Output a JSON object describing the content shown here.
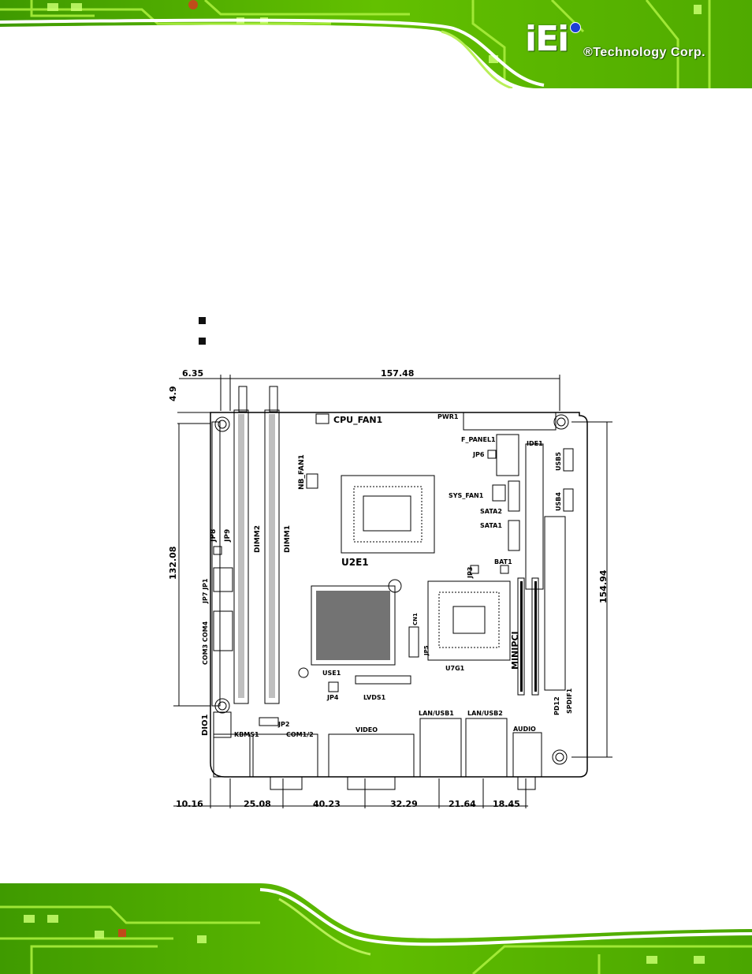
{
  "header": {
    "logo_mark": "iEi",
    "logo_text": "®Technology Corp."
  },
  "content": {
    "bullet_count": 2
  },
  "diagram": {
    "dimensions": {
      "d_6_35": "6.35",
      "d_157_48": "157.48",
      "d_4_9": "4.9",
      "d_132_08": "132.08",
      "d_154_94": "154.94",
      "d_10_16": "10.16",
      "d_25_08": "25.08",
      "d_40_23": "40.23",
      "d_32_29": "32.29",
      "d_21_64": "21.64",
      "d_18_45": "18.45"
    },
    "labels": {
      "cpu_fan1": "CPU_FAN1",
      "pwr1": "PWR1",
      "f_panel1": "F_PANEL1",
      "ide1": "IDE1",
      "jp6": "JP6",
      "usb5": "USB5",
      "nb_fan1": "NB_FAN1",
      "sys_fan1": "SYS_FAN1",
      "usb4": "USB4",
      "sata2": "SATA2",
      "sata1": "SATA1",
      "jp8": "JP8",
      "jp9": "JP9",
      "dimm2": "DIMM2",
      "dimm1": "DIMM1",
      "u2e1": "U2E1",
      "jp3": "JP3",
      "bat1": "BAT1",
      "jp7jp1": "JP7 JP1",
      "com3com4": "COM3  COM4",
      "cn1": "CN1",
      "jp5": "JP5",
      "minipci": "MINIPCI",
      "use1": "USE1",
      "u7g1": "U7G1",
      "jp4": "JP4",
      "lvds1": "LVDS1",
      "pd12": "PD12",
      "spdif1": "SPDIF1",
      "dio1": "DIO1",
      "kbms1": "KBMS1",
      "jp2": "JP2",
      "com12": "COM1/2",
      "video": "VIDEO",
      "lan_usb1": "LAN/USB1",
      "lan_usb2": "LAN/USB2",
      "audio": "AUDIO"
    }
  }
}
